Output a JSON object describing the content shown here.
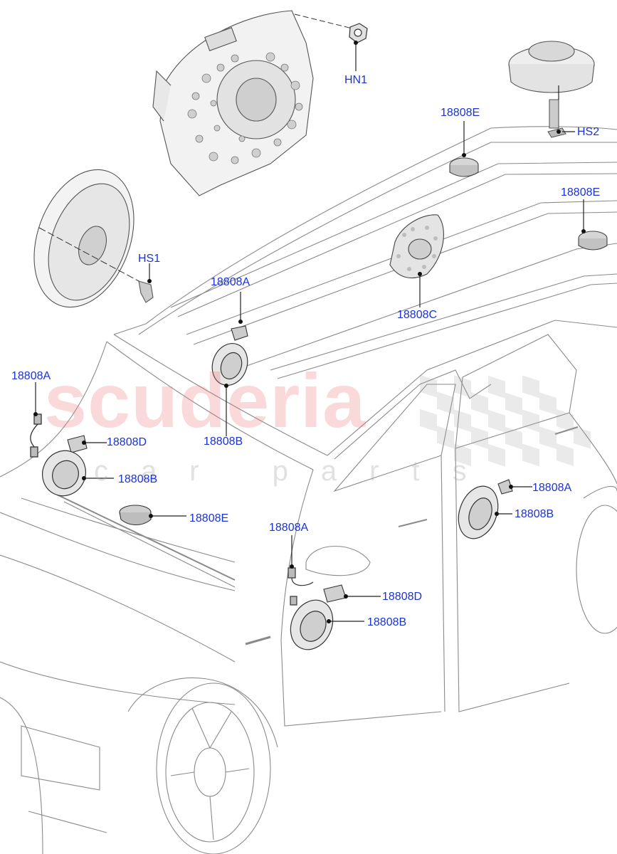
{
  "watermark": {
    "brand": "scuderia",
    "sub": "car parts"
  },
  "callouts": [
    {
      "id": "hn1",
      "label": "HN1"
    },
    {
      "id": "hs2",
      "label": "HS2"
    },
    {
      "id": "e_roof_front",
      "label": "18808E"
    },
    {
      "id": "e_roof_rear",
      "label": "18808E"
    },
    {
      "id": "hs1",
      "label": "HS1"
    },
    {
      "id": "a_pillar",
      "label": "18808A"
    },
    {
      "id": "c_roof",
      "label": "18808C"
    },
    {
      "id": "a_left",
      "label": "18808A"
    },
    {
      "id": "b_pillar",
      "label": "18808B"
    },
    {
      "id": "d_left",
      "label": "18808D"
    },
    {
      "id": "b_left",
      "label": "18808B"
    },
    {
      "id": "e_left",
      "label": "18808E"
    },
    {
      "id": "a_rear_door",
      "label": "18808A"
    },
    {
      "id": "b_rear_door",
      "label": "18808B"
    },
    {
      "id": "a_front_door",
      "label": "18808A"
    },
    {
      "id": "d_front_door",
      "label": "18808D"
    },
    {
      "id": "b_front_door",
      "label": "18808B"
    }
  ]
}
